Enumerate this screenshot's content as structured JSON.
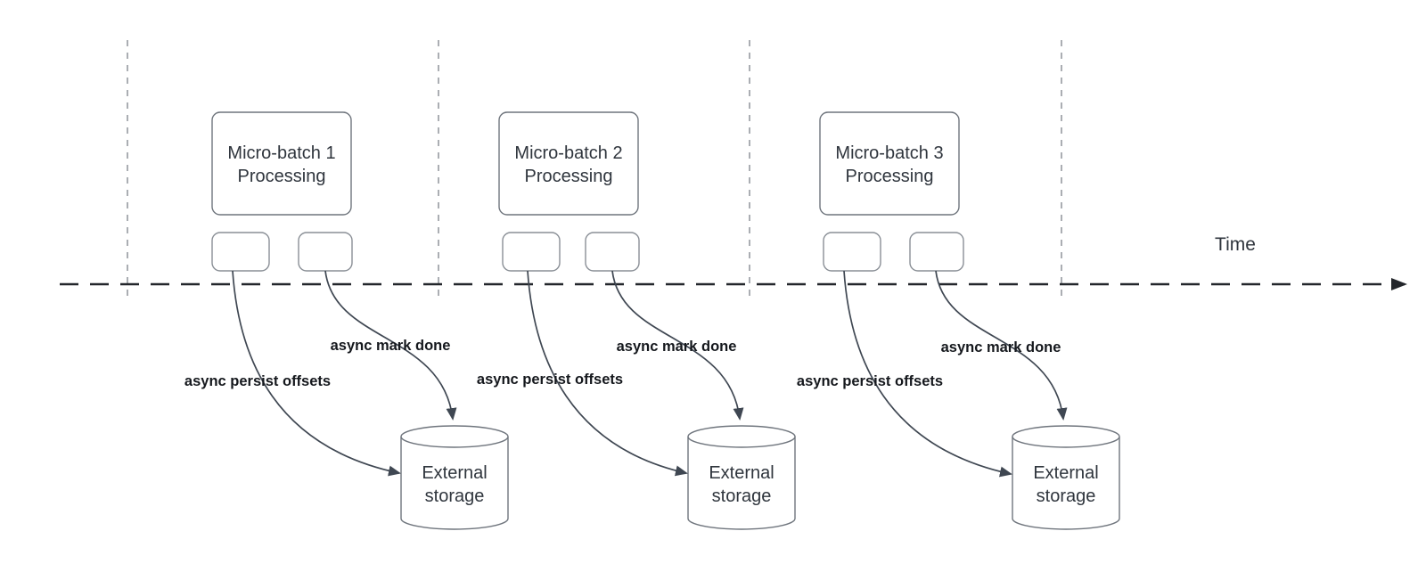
{
  "diagram": {
    "title_hidden": "",
    "time_axis": {
      "label": "Time"
    },
    "colors": {
      "background": "#ffffff",
      "shape_stroke": "#6f757d",
      "node_stroke": "#8a8f96",
      "curve_stroke": "#3f4752",
      "axis_stroke": "#23262b",
      "guide_stroke": "#abaeb3",
      "node_text": "#2f353d",
      "label_text": "#15181d"
    },
    "groups": [
      {
        "box_line1": "Micro-batch 1",
        "box_line2": "Processing",
        "persist_label": "async persist offsets",
        "done_label": "async mark done",
        "storage_line1": "External",
        "storage_line2": "storage"
      },
      {
        "box_line1": "Micro-batch 2",
        "box_line2": "Processing",
        "persist_label": "async persist offsets",
        "done_label": "async mark done",
        "storage_line1": "External",
        "storage_line2": "storage"
      },
      {
        "box_line1": "Micro-batch 3",
        "box_line2": "Processing",
        "persist_label": "async persist offsets",
        "done_label": "async mark done",
        "storage_line1": "External",
        "storage_line2": "storage"
      }
    ]
  }
}
